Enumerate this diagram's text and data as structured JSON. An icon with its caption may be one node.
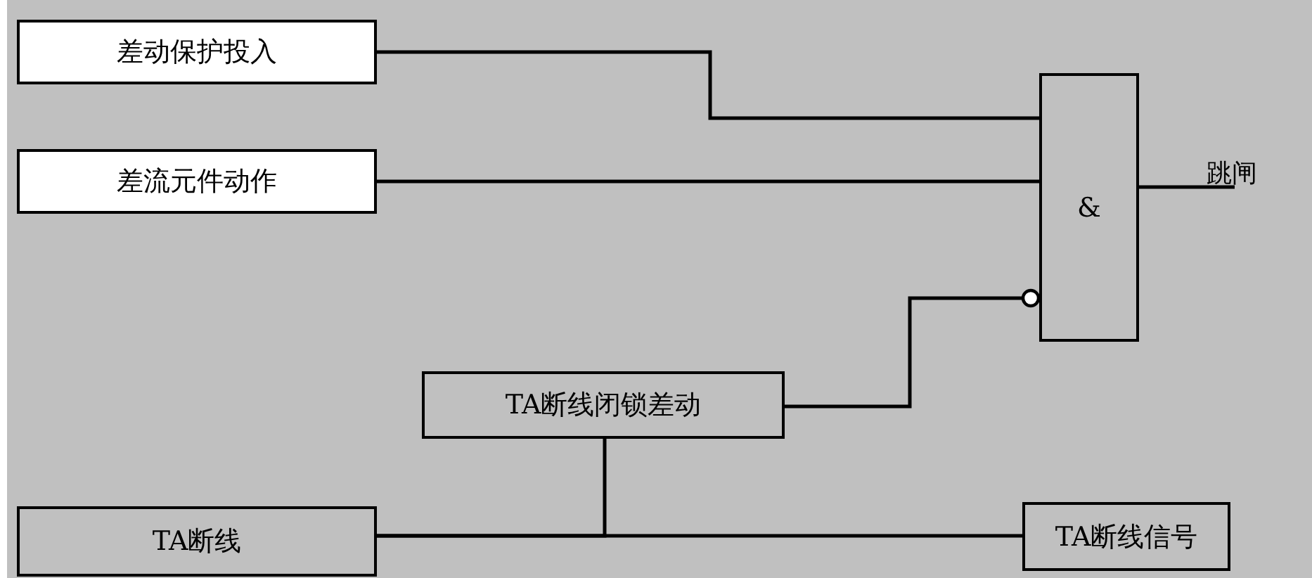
{
  "diagram": {
    "nodes": [
      {
        "text": [
          "差动保护投入"
        ]
      },
      {
        "text": [
          "差流元件动作"
        ]
      },
      {
        "text": [
          "&"
        ]
      },
      {
        "text": [
          "跳闸"
        ]
      },
      {
        "text": [
          "TA断线闭锁差动"
        ]
      },
      {
        "text": [
          "TA断线"
        ]
      },
      {
        "text": [
          "TA断线信号"
        ]
      }
    ],
    "edges": [
      {
        "from": 0,
        "to": 2,
        "arrow": "none"
      },
      {
        "from": 1,
        "to": 2,
        "arrow": "none"
      },
      {
        "from": 4,
        "to": 2,
        "arrow": "other"
      },
      {
        "from": 2,
        "to": 3,
        "arrow": "none"
      },
      {
        "from": 5,
        "to": 6,
        "arrow": "none"
      },
      {
        "from": 5,
        "to": 4,
        "arrow": "none"
      }
    ]
  }
}
